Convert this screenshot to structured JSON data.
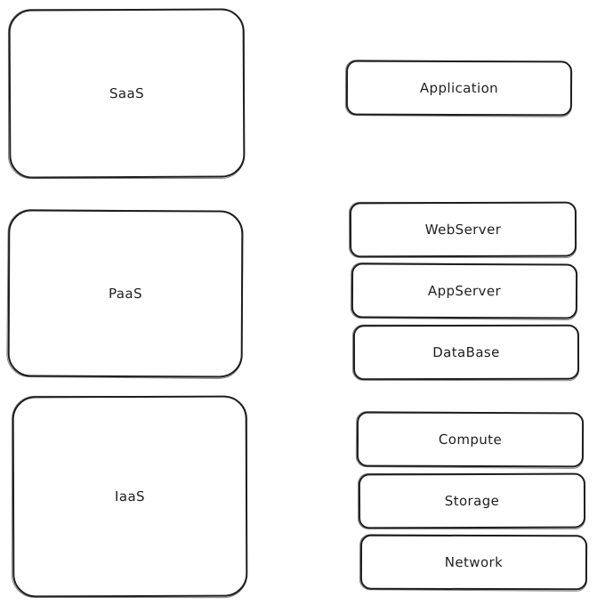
{
  "diagram": {
    "layers": [
      {
        "name": "SaaS",
        "components": [
          "Application"
        ]
      },
      {
        "name": "PaaS",
        "components": [
          "WebServer",
          "AppServer",
          "DataBase"
        ]
      },
      {
        "name": "IaaS",
        "components": [
          "Compute",
          "Storage",
          "Network"
        ]
      }
    ],
    "stroke_color": "#1e1e1e",
    "background_color": "#ffffff"
  }
}
